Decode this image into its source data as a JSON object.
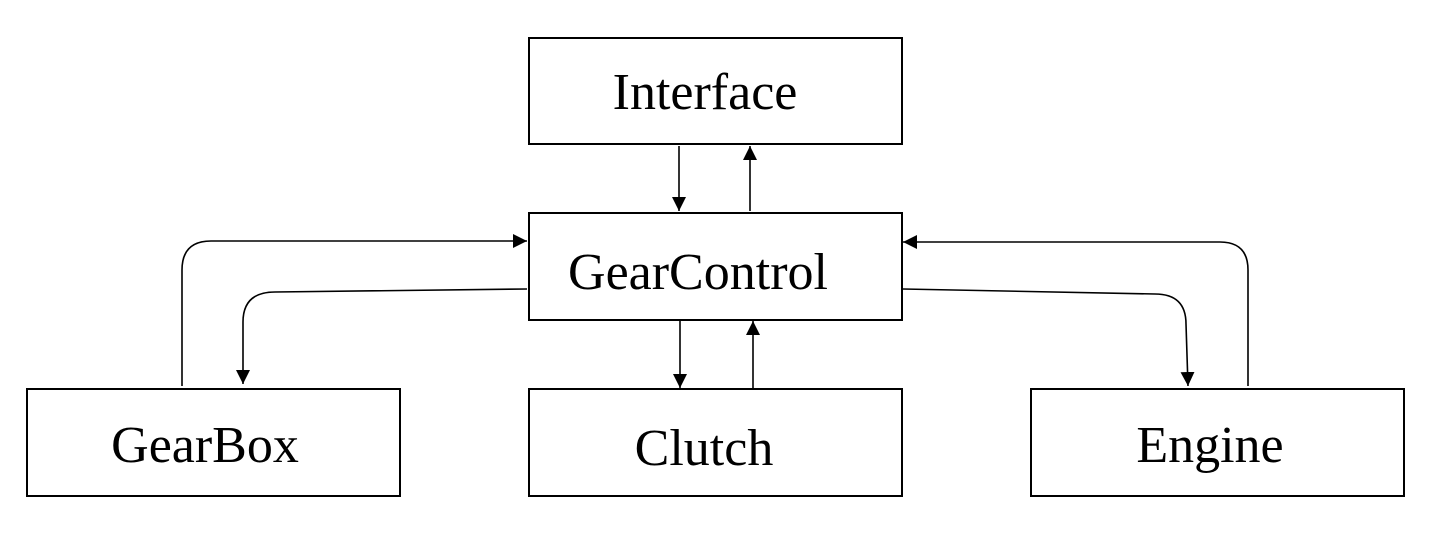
{
  "diagram": {
    "type": "block-diagram",
    "nodes": [
      {
        "id": "interface",
        "label": "Interface"
      },
      {
        "id": "gearcontrol",
        "label": "GearControl"
      },
      {
        "id": "gearbox",
        "label": "GearBox"
      },
      {
        "id": "clutch",
        "label": "Clutch"
      },
      {
        "id": "engine",
        "label": "Engine"
      }
    ],
    "edges": [
      {
        "from": "interface",
        "to": "gearcontrol"
      },
      {
        "from": "gearcontrol",
        "to": "interface"
      },
      {
        "from": "gearbox",
        "to": "gearcontrol"
      },
      {
        "from": "gearcontrol",
        "to": "gearbox"
      },
      {
        "from": "gearcontrol",
        "to": "clutch"
      },
      {
        "from": "clutch",
        "to": "gearcontrol"
      },
      {
        "from": "engine",
        "to": "gearcontrol"
      },
      {
        "from": "gearcontrol",
        "to": "engine"
      }
    ],
    "colors": {
      "line": "#000000",
      "background": "#ffffff"
    }
  }
}
